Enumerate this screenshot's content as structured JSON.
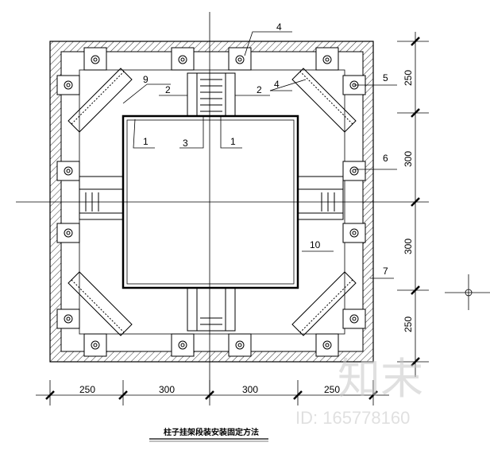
{
  "callouts": {
    "c1a": "1",
    "c1b": "1",
    "c2a": "2",
    "c2b": "2",
    "c3": "3",
    "c4a": "4",
    "c4b": "4",
    "c5": "5",
    "c6": "6",
    "c7": "7",
    "c9": "9",
    "c10": "10"
  },
  "dimensions": {
    "bottom": [
      "250",
      "300",
      "300",
      "250"
    ],
    "right": [
      "250",
      "300",
      "300",
      "250"
    ]
  },
  "caption": "柱子挂架段装安装固定方法",
  "watermark": {
    "logo_text": "知末",
    "id_text": "ID: 165778160"
  },
  "colors": {
    "line": "#000000",
    "watermark": "#c8c8c8",
    "background": "#ffffff"
  }
}
